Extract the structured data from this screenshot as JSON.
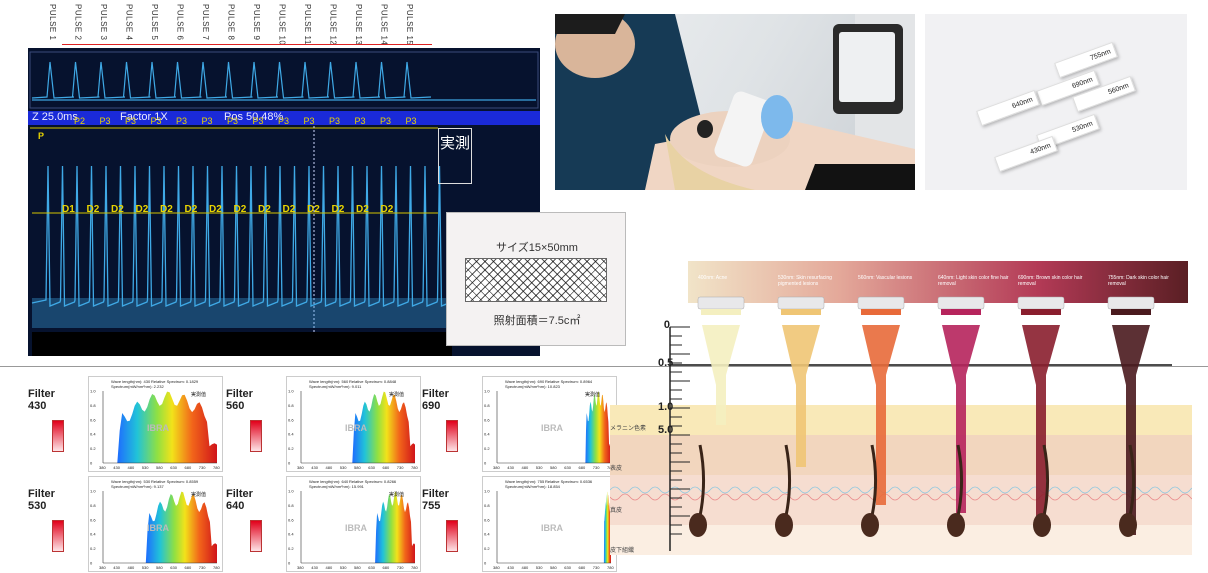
{
  "pulse_labels": [
    "PULSE 1",
    "PULSE 2",
    "PULSE 3",
    "PULSE 4",
    "PULSE 5",
    "PULSE 6",
    "PULSE 7",
    "PULSE 8",
    "PULSE 9",
    "PULSE 10",
    "PULSE 11",
    "PULSE 12",
    "PULSE 13",
    "PULSE 14",
    "PULSE 15"
  ],
  "oscilloscope": {
    "status_zoom": "Z 25.0ms",
    "status_factor": "Factor 1X",
    "status_pos": "Pos 50.48%",
    "p_label": "P",
    "p_tags": [
      "P2",
      "P3",
      "P3",
      "P3",
      "P3",
      "P3",
      "P3",
      "P3",
      "P3",
      "P3",
      "P3",
      "P3",
      "P3",
      "P3"
    ],
    "d_tags": [
      "D1",
      "D2",
      "D2",
      "D2",
      "D2",
      "D2",
      "D2",
      "D2",
      "D2",
      "D2",
      "D2",
      "D2",
      "D2",
      "D2"
    ],
    "measured": "実測",
    "trace_color": "#3fa9e6"
  },
  "spot": {
    "size": "サイズ15×50mm",
    "area": "照射面積＝7.5c㎡"
  },
  "filter_chips": [
    "755nm",
    "690nm",
    "640nm",
    "560nm",
    "530nm",
    "430nm"
  ],
  "filters": [
    {
      "name": "Filter",
      "nm": "430",
      "wave": "Wave length(nm): 430",
      "rel": "Relative Spectrum: 0.1829",
      "spec": "Spectrum(mW/nm²nm): 2.232",
      "measured": "実測值",
      "watermark": "IBRA",
      "cutoff": 430
    },
    {
      "name": "Filter",
      "nm": "560",
      "wave": "Wave length(nm): 560",
      "rel": "Relative Spectrum: 0.8848",
      "spec": "Spectrum(mW/nm²nm): 9.011",
      "measured": "実測值",
      "watermark": "IBRA",
      "cutoff": 560
    },
    {
      "name": "Filter",
      "nm": "690",
      "wave": "Wave length(nm): 690",
      "rel": "Relative Spectrum: 0.8964",
      "spec": "Spectrum(mW/nm²nm): 10.823",
      "measured": "実測值",
      "watermark": "IBRA",
      "cutoff": 690
    },
    {
      "name": "Filter",
      "nm": "530",
      "wave": "Wave length(nm): 530",
      "rel": "Relative Spectrum: 0.8559",
      "spec": "Spectrum(mW/nm²nm): 9.137",
      "measured": "実測值",
      "watermark": "IBRA",
      "cutoff": 530
    },
    {
      "name": "Filter",
      "nm": "640",
      "wave": "Wave length(nm): 640",
      "rel": "Relative Spectrum: 0.8266",
      "spec": "Spectrum(mW/nm²nm): 15.991",
      "measured": "実測值",
      "watermark": "IBRA",
      "cutoff": 640
    },
    {
      "name": "Filter",
      "nm": "755",
      "wave": "Wave length(nm): 755",
      "rel": "Relative Spectrum: 0.6536",
      "spec": "Spectrum(mW/nm²nm): 18.854",
      "measured": "",
      "watermark": "IBRA",
      "cutoff": 755
    }
  ],
  "spectrum_axis": {
    "y_ticks": [
      "1.0",
      "0.8",
      "0.6",
      "0.4",
      "0.2",
      "0"
    ],
    "x_ticks": [
      "380",
      "430",
      "480",
      "530",
      "580",
      "630",
      "680",
      "730",
      "780"
    ]
  },
  "skin": {
    "depths": [
      "0",
      "0.5",
      "1.0",
      "5.0"
    ],
    "layers": [
      "メラニン色素",
      "表皮",
      "真皮",
      "皮下組織"
    ],
    "bands": [
      {
        "label": "400nm: Acne",
        "color": "#f4efc0"
      },
      {
        "label": "530nm: Skin resurfacing pigmented lesions",
        "color": "#efc574"
      },
      {
        "label": "560nm: Vascular lesions",
        "color": "#e86a3a"
      },
      {
        "label": "640nm: Light skin color fine hair removal",
        "color": "#b6245c"
      },
      {
        "label": "690nm: Brown skin color hair removal",
        "color": "#8a1e2e"
      },
      {
        "label": "755nm: Dark skin color hair removal",
        "color": "#4a1a1e"
      }
    ]
  }
}
